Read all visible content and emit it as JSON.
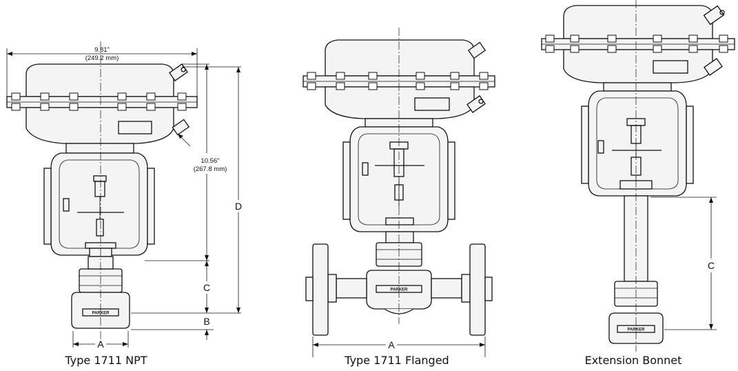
{
  "figures": [
    {
      "caption": "Type 1711 NPT",
      "dimensions": {
        "a": "A",
        "b": "B",
        "c": "C",
        "d": "D",
        "width_in": "9.81\"",
        "width_mm": "(249.2 mm)",
        "height_in": "10.56\"",
        "height_mm": "(267.8 mm)"
      },
      "tag": "PARKER"
    },
    {
      "caption": "Type 1711 Flanged",
      "dimensions": {
        "a": "A"
      },
      "tag": "PARKER"
    },
    {
      "caption": "Extension Bonnet",
      "dimensions": {
        "c": "C"
      },
      "tag": "PARKER"
    }
  ],
  "colors": {
    "line": "#111111",
    "fill": "#f4f4f4",
    "background": "#ffffff"
  }
}
